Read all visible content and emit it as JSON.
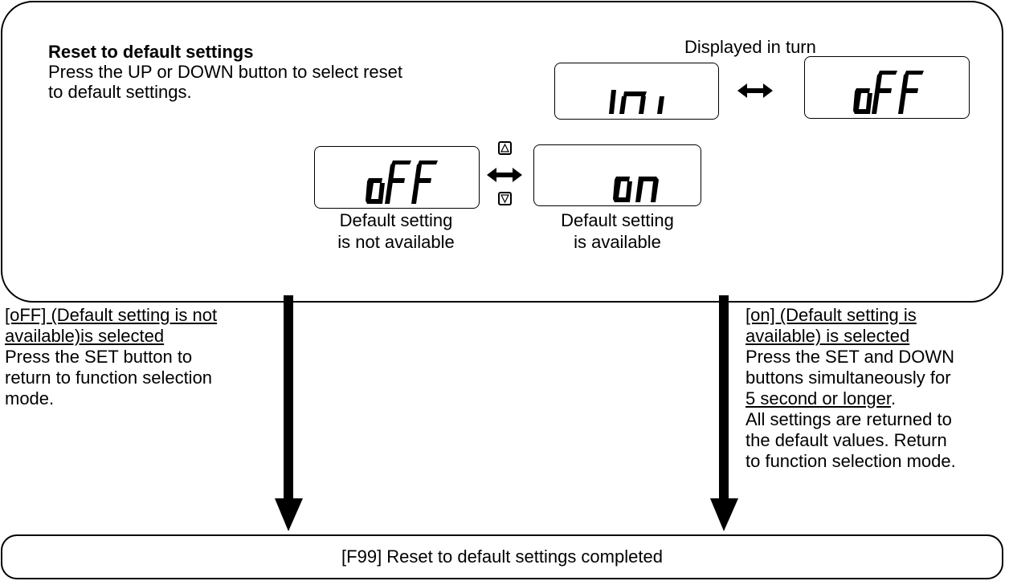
{
  "panel": {
    "title": "Reset to default settings",
    "instruction_line1": "Press the UP or DOWN button to select reset",
    "instruction_line2": "to default settings.",
    "displayed_in_turn": "Displayed in turn",
    "lcd_alternate_left": "ini",
    "lcd_alternate_right": "oFF",
    "lcd_off": "oFF",
    "lcd_on": "on",
    "caption_off_line1": "Default setting",
    "caption_off_line2": "is not available",
    "caption_on_line1": "Default setting",
    "caption_on_line2": "is available",
    "up_button_icon": "up-triangle-button",
    "down_button_icon": "down-triangle-button"
  },
  "left_branch": {
    "heading_line1": "[oFF] (Default setting is not",
    "heading_line2": "available)is selected",
    "body": [
      "Press the SET button to",
      "return to function selection",
      "mode."
    ]
  },
  "right_branch": {
    "heading_line1": "[on] (Default setting is",
    "heading_line2": "available) is selected",
    "body_line1": "Press the SET and DOWN",
    "body_line2": "buttons simultaneously for",
    "body_line3_underlined": "5 second or longer",
    "body_line3_suffix": ".",
    "body_rest": [
      "All settings are returned to",
      "the default values. Return",
      "to function selection mode."
    ]
  },
  "result": {
    "text": "[F99] Reset to default settings completed"
  }
}
